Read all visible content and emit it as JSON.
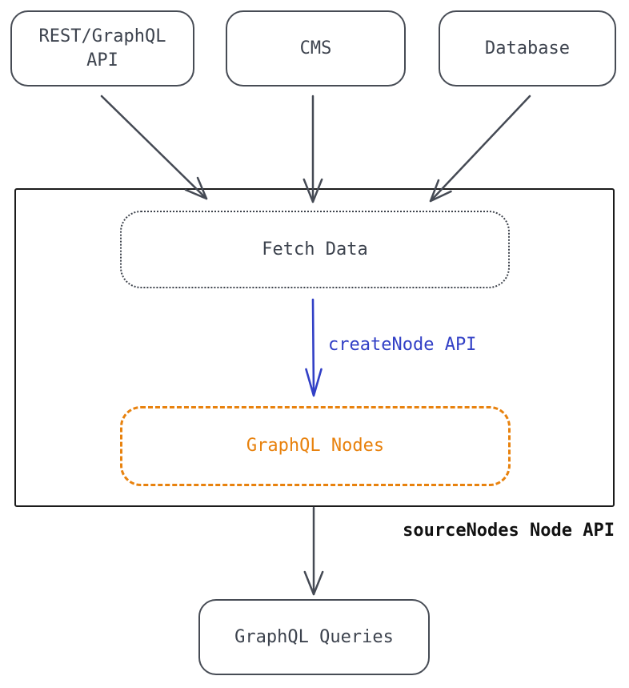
{
  "diagram": {
    "title": "data sourcing flow diagram",
    "palette": {
      "stroke_gray": "#454a54",
      "text_gray": "#3d434e",
      "container_black": "#1b1b1b",
      "accent_blue": "#3240c6",
      "accent_orange": "#e8820e",
      "label_black": "#111111",
      "background": "#ffffff"
    },
    "sources": [
      {
        "label": "REST/GraphQL API"
      },
      {
        "label": "CMS"
      },
      {
        "label": "Database"
      }
    ],
    "pipeline": {
      "fetch_label": "Fetch Data",
      "create_node_arrow_label": "createNode API",
      "nodes_label": "GraphQL Nodes",
      "container_label": "sourceNodes Node API"
    },
    "output": {
      "label": "GraphQL Queries"
    }
  }
}
